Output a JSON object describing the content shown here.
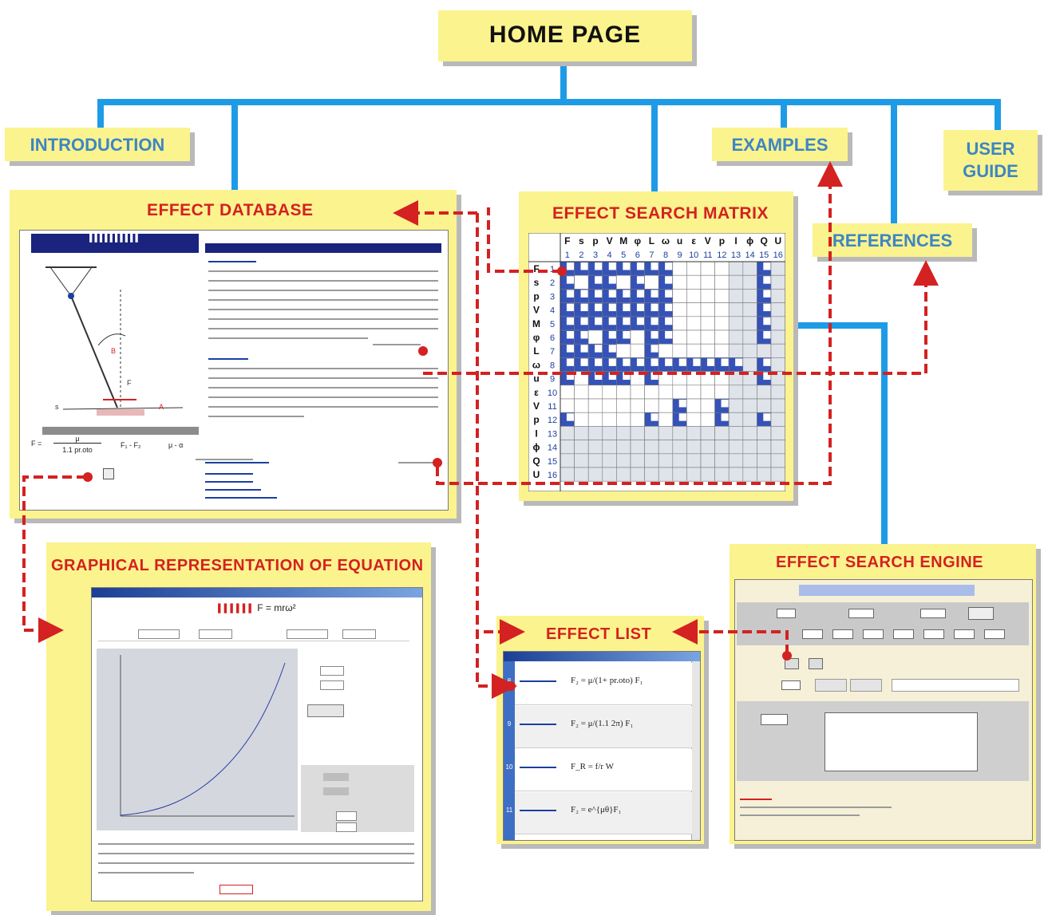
{
  "home": {
    "label": "HOME PAGE"
  },
  "nodes": {
    "introduction": "INTRODUCTION",
    "examples": "EXAMPLES",
    "user_guide_line1": "USER",
    "user_guide_line2": "GUIDE",
    "references": "REFERENCES"
  },
  "panels": {
    "effect_database": "EFFECT DATABASE",
    "effect_search_matrix": "EFFECT SEARCH MATRIX",
    "graphical_representation": "GRAPHICAL REPRESENTATION OF EQUATION",
    "effect_list": "EFFECT LIST",
    "effect_search_engine": "EFFECT SEARCH ENGINE"
  },
  "matrix": {
    "col_headers": [
      "F",
      "s",
      "p",
      "V",
      "M",
      "φ",
      "L",
      "ω",
      "u",
      "ε",
      "V",
      "p",
      "I",
      "ϕ",
      "Q",
      "U"
    ],
    "col_numbers": [
      "1",
      "2",
      "3",
      "4",
      "5",
      "6",
      "7",
      "8",
      "9",
      "10",
      "11",
      "12",
      "13",
      "14",
      "15",
      "16"
    ],
    "row_headers": [
      "F",
      "s",
      "p",
      "V",
      "M",
      "φ",
      "L",
      "ω",
      "u",
      "ε",
      "V",
      "p",
      "I",
      "ϕ",
      "Q",
      "U"
    ],
    "row_numbers": [
      "1",
      "2",
      "3",
      "4",
      "5",
      "6",
      "7",
      "8",
      "9",
      "10",
      "11",
      "12",
      "13",
      "14",
      "15",
      "16"
    ]
  },
  "database": {
    "formula_left": "F",
    "formula_num": "μ",
    "formula_den": "1.1 pr.oto",
    "f_eq": "F₁ - F₂",
    "mu_eq": "μ - α"
  },
  "graph": {
    "equation": "F = mrω²"
  },
  "effect_list": {
    "rows": [
      {
        "num": "8",
        "eq": "F₂ = μ/(1+ pr.oto) F₁"
      },
      {
        "num": "9",
        "eq": "F₂ = μ/(1.1 2π) F₁"
      },
      {
        "num": "10",
        "eq": "F_R = f/r W"
      },
      {
        "num": "11",
        "eq": "F₂ = e^{μθ}F₁"
      }
    ]
  },
  "colors": {
    "tree_blue": "#1e9be6",
    "node_yellow": "#fbf38e",
    "arrow_red": "#d42121",
    "label_blue": "#3d86c3"
  }
}
